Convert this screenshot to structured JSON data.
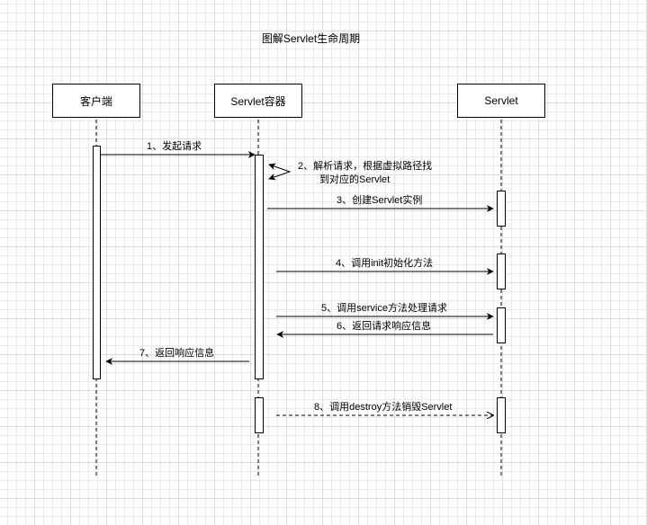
{
  "diagram": {
    "title": "图解Servlet生命周期",
    "participants": [
      {
        "id": "client",
        "label": "客户端"
      },
      {
        "id": "container",
        "label": "Servlet容器"
      },
      {
        "id": "servlet",
        "label": "Servlet"
      }
    ],
    "messages": [
      {
        "label": "1、发起请求",
        "from": "client",
        "to": "container",
        "style": "solid"
      },
      {
        "label": "2、解析请求，根据虚拟路径找",
        "label_line2": "到对应的Servlet",
        "from": "container",
        "to": "container",
        "style": "self"
      },
      {
        "label": "3、创建Servlet实例",
        "from": "container",
        "to": "servlet",
        "style": "solid"
      },
      {
        "label": "4、调用init初始化方法",
        "from": "container",
        "to": "servlet",
        "style": "solid"
      },
      {
        "label": "5、调用service方法处理请求",
        "from": "container",
        "to": "servlet",
        "style": "solid"
      },
      {
        "label": "6、返回请求响应信息",
        "from": "servlet",
        "to": "container",
        "style": "solid"
      },
      {
        "label": "7、返回响应信息",
        "from": "container",
        "to": "client",
        "style": "solid"
      },
      {
        "label": "8、调用destroy方法销毁Servlet",
        "from": "container",
        "to": "servlet",
        "style": "dashed"
      }
    ]
  }
}
